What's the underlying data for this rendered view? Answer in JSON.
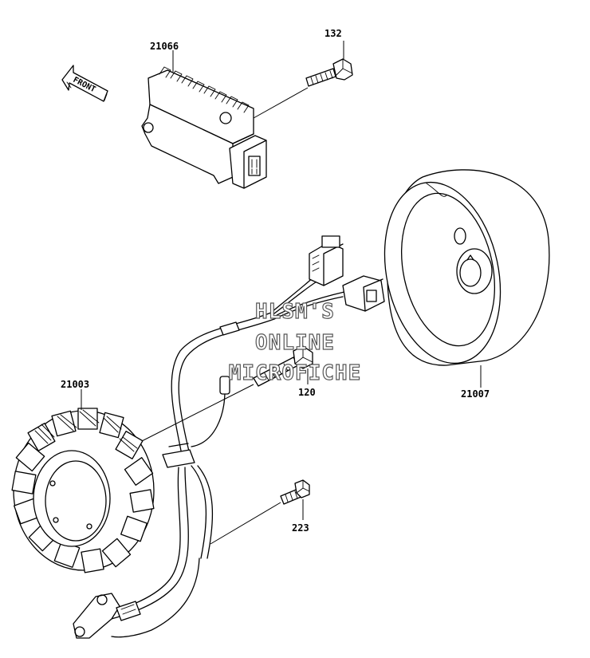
{
  "front_arrow": {
    "label": "FRONT"
  },
  "parts": [
    {
      "id": "regulator",
      "number": "21066"
    },
    {
      "id": "regulator-bolt",
      "number": "132"
    },
    {
      "id": "stator",
      "number": "21003"
    },
    {
      "id": "stator-bolt",
      "number": "120"
    },
    {
      "id": "flywheel",
      "number": "21007"
    },
    {
      "id": "pickup-bolt",
      "number": "223"
    }
  ],
  "watermark": {
    "line1": "HLSM'S",
    "line2": "ONLINE",
    "line3": "MICROFICHE"
  }
}
